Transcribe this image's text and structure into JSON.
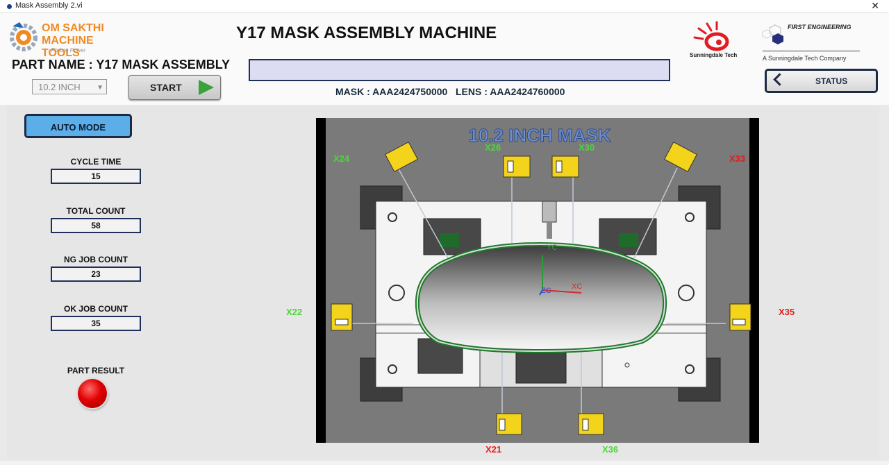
{
  "window": {
    "title": "Mask Assembly 2.vi",
    "close_glyph": "✕"
  },
  "header": {
    "title": "Y17 MASK ASSEMBLY MACHINE",
    "part_name": "PART NAME : Y17 MASK ASSEMBLY",
    "size_selected": "10.2 INCH",
    "start_label": "START",
    "mask_lens": "MASK : AAA2424750000   LENS : AAA2424760000",
    "status_label": "STATUS",
    "status_message": ""
  },
  "logos": {
    "om_sakthi_line1": "OM SAKTHI",
    "om_sakthi_line2": "MACHINE TOOLS",
    "om_sakthi_tag": "Fixture Power",
    "sunningdale": "Sunningdale Tech",
    "first_engineering": "FIRST ENGINEERING",
    "first_engineering_sub": "A Sunningdale Tech Company"
  },
  "left_panel": {
    "mode_label": "AUTO MODE",
    "stats": [
      {
        "label": "CYCLE TIME",
        "value": "15"
      },
      {
        "label": "TOTAL COUNT",
        "value": "58"
      },
      {
        "label": "NG JOB COUNT",
        "value": "23"
      },
      {
        "label": "OK JOB COUNT",
        "value": "35"
      }
    ],
    "result_label": "PART RESULT",
    "result_state": "NG"
  },
  "machine": {
    "view_title": "10.2 INCH MASK",
    "axis_labels": {
      "yc": "YC",
      "xc": "XC",
      "zc": "ZC"
    },
    "sensors": [
      {
        "id": "X24",
        "color": "#4cd63c"
      },
      {
        "id": "X26",
        "color": "#4cd63c"
      },
      {
        "id": "X30",
        "color": "#4cd63c"
      },
      {
        "id": "X33",
        "color": "#e51c1c"
      },
      {
        "id": "X22",
        "color": "#4cd63c"
      },
      {
        "id": "X35",
        "color": "#e51c1c"
      },
      {
        "id": "X21",
        "color": "#e51c1c"
      },
      {
        "id": "X36",
        "color": "#4cd63c"
      }
    ]
  },
  "colors": {
    "accent_blue": "#5baee7",
    "navy": "#1c2a44",
    "sensor_ok": "#4cd63c",
    "sensor_ng": "#e51c1c",
    "led_red": "#e00000"
  }
}
